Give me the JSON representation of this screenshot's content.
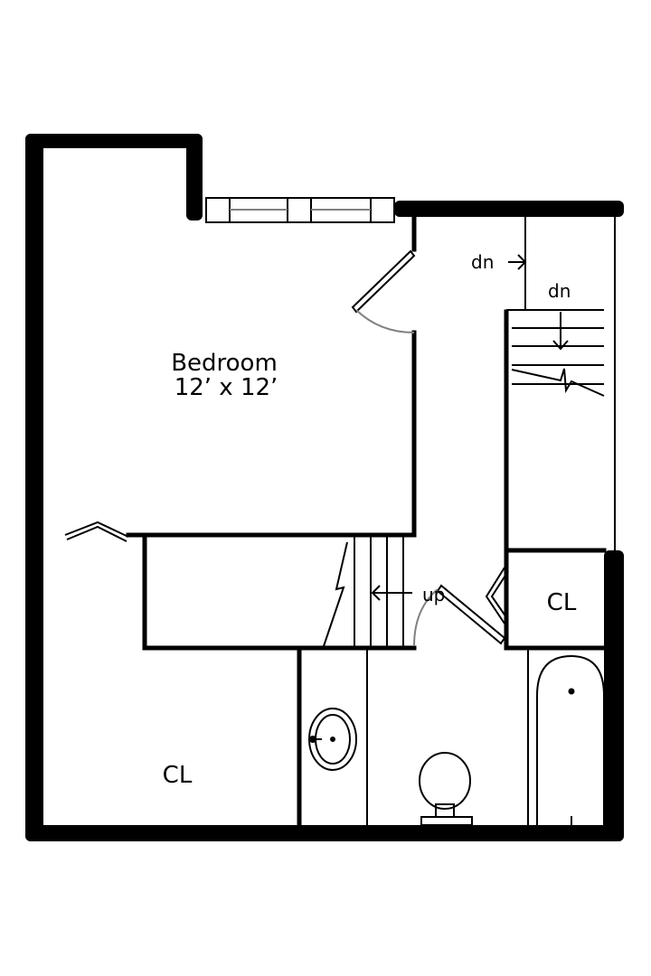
{
  "rooms": {
    "bedroom": {
      "name": "Bedroom",
      "dimensions": "12’ x 12’"
    },
    "closet_left": {
      "name": "CL"
    },
    "closet_right": {
      "name": "CL"
    }
  },
  "stairs": {
    "down_upper": "dn",
    "down_lower": "dn",
    "up": "up"
  },
  "colors": {
    "wall": "#000000",
    "door_swing": "#808080",
    "background": "#ffffff"
  }
}
